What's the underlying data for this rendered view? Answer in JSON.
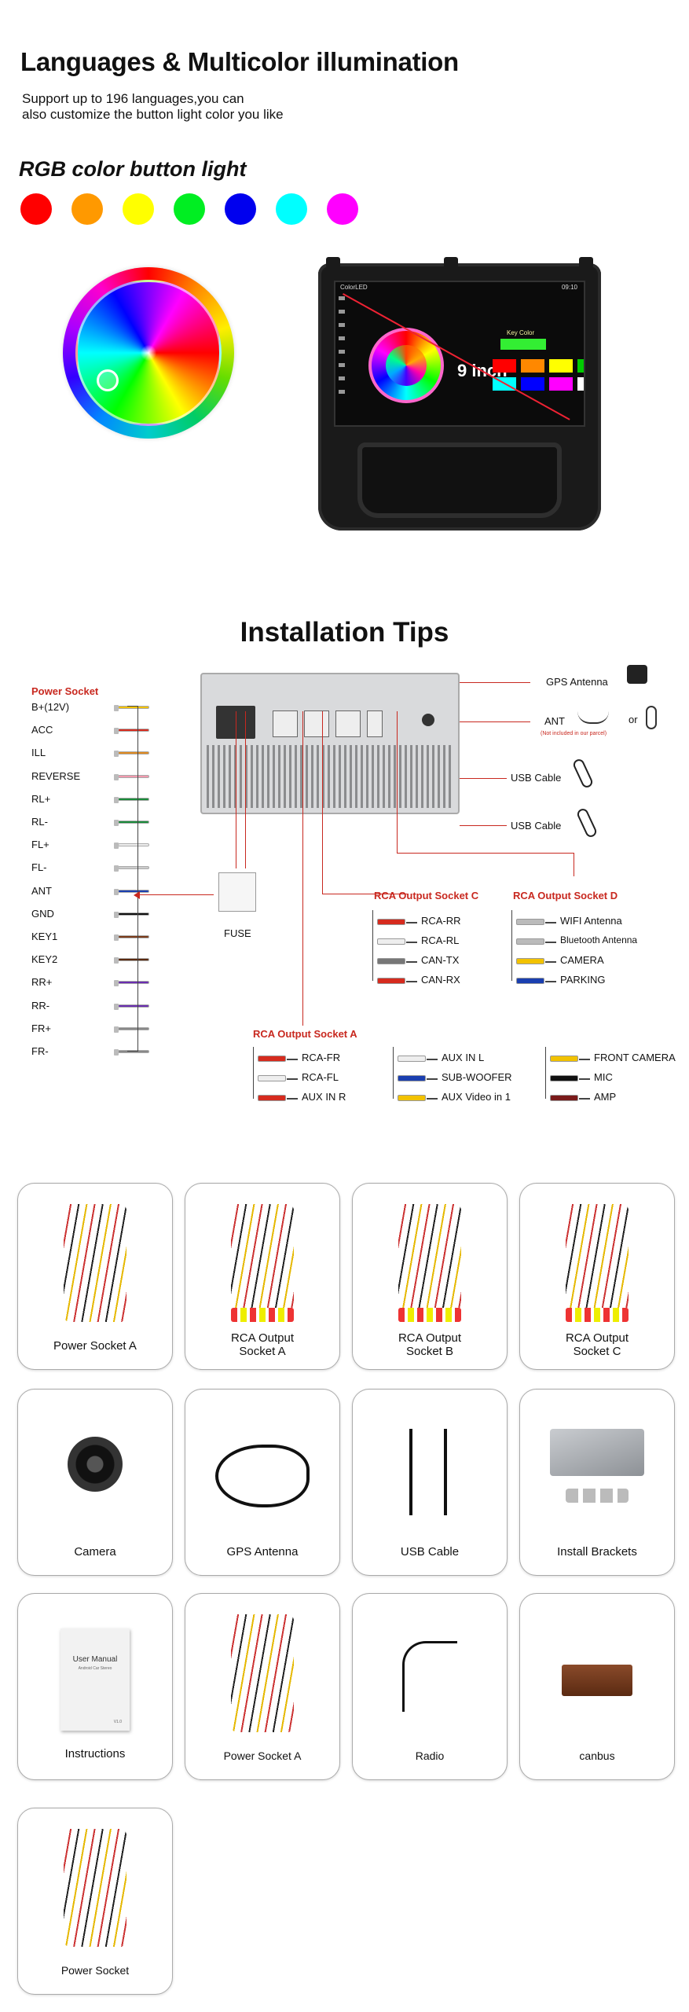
{
  "section1": {
    "title": "Languages & Multicolor illumination",
    "subtitle_line1": "Support up to 196 languages,you can",
    "subtitle_line2": "also customize the button light color you like",
    "rgb_title": "RGB color button light",
    "colors": [
      "#ff0000",
      "#ff9900",
      "#ffff00",
      "#00ee22",
      "#0000ee",
      "#00ffff",
      "#ff00ff"
    ],
    "screen": {
      "status_left": "ColorLED",
      "clock": "09:10",
      "size_label": "9 inch",
      "key_color_label": "Key Color",
      "swatches_row1": [
        "#ff0000",
        "#ff8800",
        "#ffff00",
        "#00cc00"
      ],
      "swatches_row2": [
        "#00ffff",
        "#0000ff",
        "#ff00ff",
        "#ffffff"
      ]
    }
  },
  "installation": {
    "title": "Installation Tips",
    "power_socket_title": "Power Socket",
    "power_wires": [
      {
        "label": "B+(12V)",
        "color": "#f2c200"
      },
      {
        "label": "ACC",
        "color": "#d62b1e"
      },
      {
        "label": "ILL",
        "color": "#e08a1e"
      },
      {
        "label": "REVERSE",
        "color": "#f29aae"
      },
      {
        "label": "RL+",
        "color": "#1a8a3a"
      },
      {
        "label": "RL-",
        "color": "#1a8a3a"
      },
      {
        "label": "FL+",
        "color": "#eeeeee"
      },
      {
        "label": "FL-",
        "color": "#cccccc"
      },
      {
        "label": "ANT",
        "color": "#1a3fb0"
      },
      {
        "label": "GND",
        "color": "#111111"
      },
      {
        "label": "KEY1",
        "color": "#7a3a1a"
      },
      {
        "label": "KEY2",
        "color": "#5a2a10"
      },
      {
        "label": "RR+",
        "color": "#6a2db0"
      },
      {
        "label": "RR-",
        "color": "#6a2db0"
      },
      {
        "label": "FR+",
        "color": "#888888"
      },
      {
        "label": "FR-",
        "color": "#888888"
      }
    ],
    "right_labels": {
      "gps": "GPS Antenna",
      "ant": "ANT",
      "or": "or",
      "ant_note": "(Not included in our parcel)",
      "usb1": "USB  Cable",
      "usb2": "USB Cable"
    },
    "fuse": "FUSE",
    "socket_c": {
      "title": "RCA Output Socket C",
      "items": [
        {
          "label": "RCA-RR",
          "color": "#d62b1e"
        },
        {
          "label": "RCA-RL",
          "color": "#eeeeee"
        },
        {
          "label": "CAN-TX",
          "color": "#777777"
        },
        {
          "label": "CAN-RX",
          "color": "#d62b1e"
        }
      ]
    },
    "socket_d": {
      "title": "RCA Output Socket D",
      "items": [
        {
          "label": "WIFI Antenna",
          "color": "#bbbbbb"
        },
        {
          "label": "Bluetooth Antenna",
          "color": "#bbbbbb"
        },
        {
          "label": "CAMERA",
          "color": "#f2c200"
        },
        {
          "label": "PARKING",
          "color": "#1a3fb0"
        }
      ]
    },
    "socket_a": {
      "title": "RCA Output Socket A",
      "col1": [
        {
          "label": "RCA-FR",
          "color": "#d62b1e"
        },
        {
          "label": "RCA-FL",
          "color": "#eeeeee"
        },
        {
          "label": "AUX IN R",
          "color": "#d62b1e"
        }
      ],
      "col2": [
        {
          "label": "AUX IN L",
          "color": "#eeeeee"
        },
        {
          "label": "SUB-WOOFER",
          "color": "#1a3fb0"
        },
        {
          "label": "AUX Video in 1",
          "color": "#f2c200"
        }
      ],
      "col3": [
        {
          "label": "FRONT CAMERA",
          "color": "#f2c200"
        },
        {
          "label": "MIC",
          "color": "#111111"
        },
        {
          "label": "AMP",
          "color": "#7a1a1a"
        }
      ]
    }
  },
  "accessories": [
    {
      "line1": "Power Socket A",
      "line2": ""
    },
    {
      "line1": "RCA Output",
      "line2": "Socket A"
    },
    {
      "line1": "RCA Output",
      "line2": "Socket B"
    },
    {
      "line1": "RCA Output",
      "line2": "Socket C"
    },
    {
      "line1": "Camera",
      "line2": ""
    },
    {
      "line1": "GPS Antenna",
      "line2": ""
    },
    {
      "line1": "USB Cable",
      "line2": ""
    },
    {
      "line1": "Install Brackets",
      "line2": ""
    },
    {
      "line1": "Instructions",
      "line2": "",
      "manual_title": "User Manual",
      "manual_sub": "Android Car Stereo",
      "manual_ver": "V1.0"
    },
    {
      "line1": "Power Socket A",
      "line2": ""
    },
    {
      "line1": "Radio",
      "line2": ""
    },
    {
      "line1": "canbus",
      "line2": ""
    },
    {
      "line1": "Power Socket",
      "line2": ""
    }
  ]
}
